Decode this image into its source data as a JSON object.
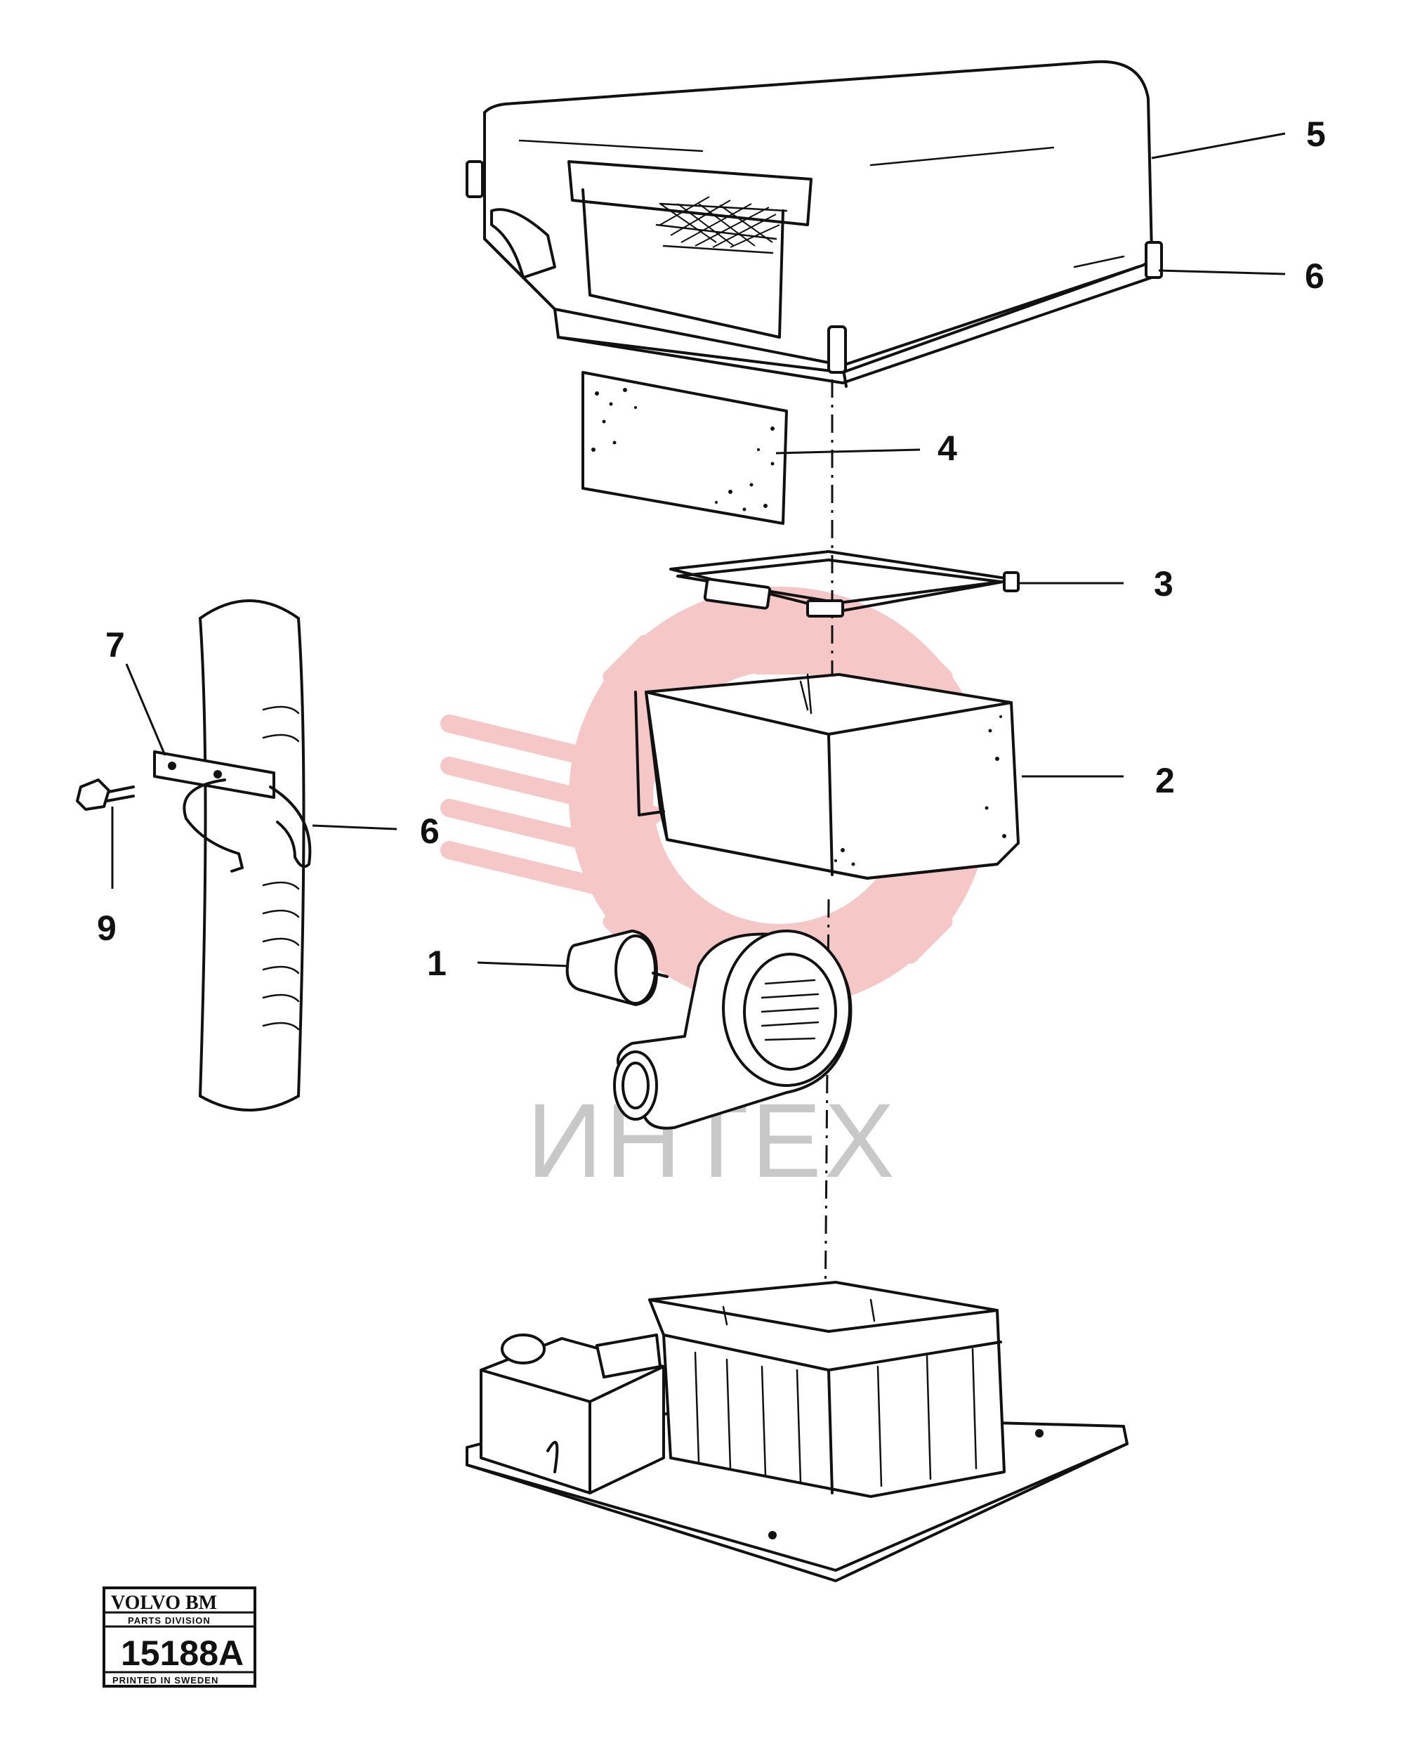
{
  "callouts": [
    {
      "id": "5",
      "label": "5"
    },
    {
      "id": "6a",
      "label": "6"
    },
    {
      "id": "4",
      "label": "4"
    },
    {
      "id": "3",
      "label": "3"
    },
    {
      "id": "2",
      "label": "2"
    },
    {
      "id": "7",
      "label": "7"
    },
    {
      "id": "6b",
      "label": "6"
    },
    {
      "id": "9",
      "label": "9"
    },
    {
      "id": "1",
      "label": "1"
    }
  ],
  "watermark": {
    "text": "ИНТЕХ",
    "color": "#f2b8b8"
  },
  "stamp": {
    "brand": "VOLVO BM",
    "division": "PARTS DIVISION",
    "code": "15188A",
    "footer": "PRINTED IN SWEDEN"
  }
}
